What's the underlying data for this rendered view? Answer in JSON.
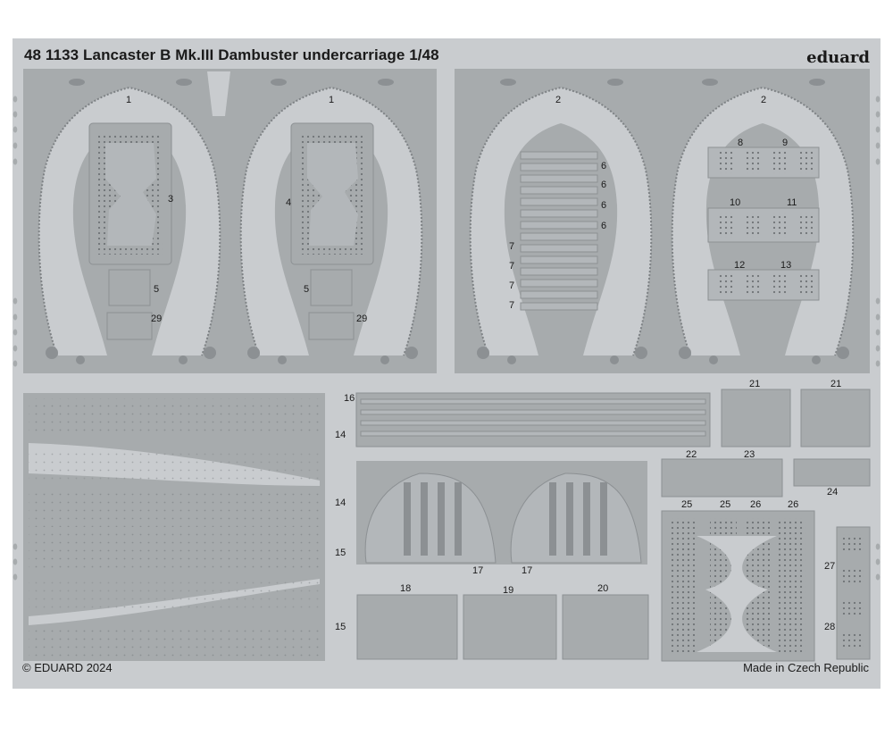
{
  "sheet": {
    "product_code": "48 1133",
    "title": "48 1133 Lancaster B Mk.III Dambuster undercarriage 1/48",
    "brand": "eduard",
    "copyright": "© EDUARD 2024",
    "origin": "Made in Czech Republic",
    "colors": {
      "metal": "#a7abad",
      "fret": "#c9cccf",
      "background": "#ffffff",
      "ink": "#1a1a1a"
    }
  },
  "part_labels": {
    "p1a": "1",
    "p1b": "1",
    "p2a": "2",
    "p2b": "2",
    "p3": "3",
    "p4": "4",
    "p5a": "5",
    "p5b": "5",
    "p29a": "29",
    "p29b": "29",
    "p6a": "6",
    "p6b": "6",
    "p6c": "6",
    "p6d": "6",
    "p7a": "7",
    "p7b": "7",
    "p7c": "7",
    "p7d": "7",
    "p8": "8",
    "p9": "9",
    "p10": "10",
    "p11": "11",
    "p12": "12",
    "p13": "13",
    "p14a": "14",
    "p14b": "14",
    "p15a": "15",
    "p15b": "15",
    "p16": "16",
    "p17a": "17",
    "p17b": "17",
    "p18": "18",
    "p19": "19",
    "p20": "20",
    "p21a": "21",
    "p21b": "21",
    "p22": "22",
    "p23": "23",
    "p24": "24",
    "p25a": "25",
    "p25b": "25",
    "p26a": "26",
    "p26b": "26",
    "p27": "27",
    "p28": "28"
  }
}
